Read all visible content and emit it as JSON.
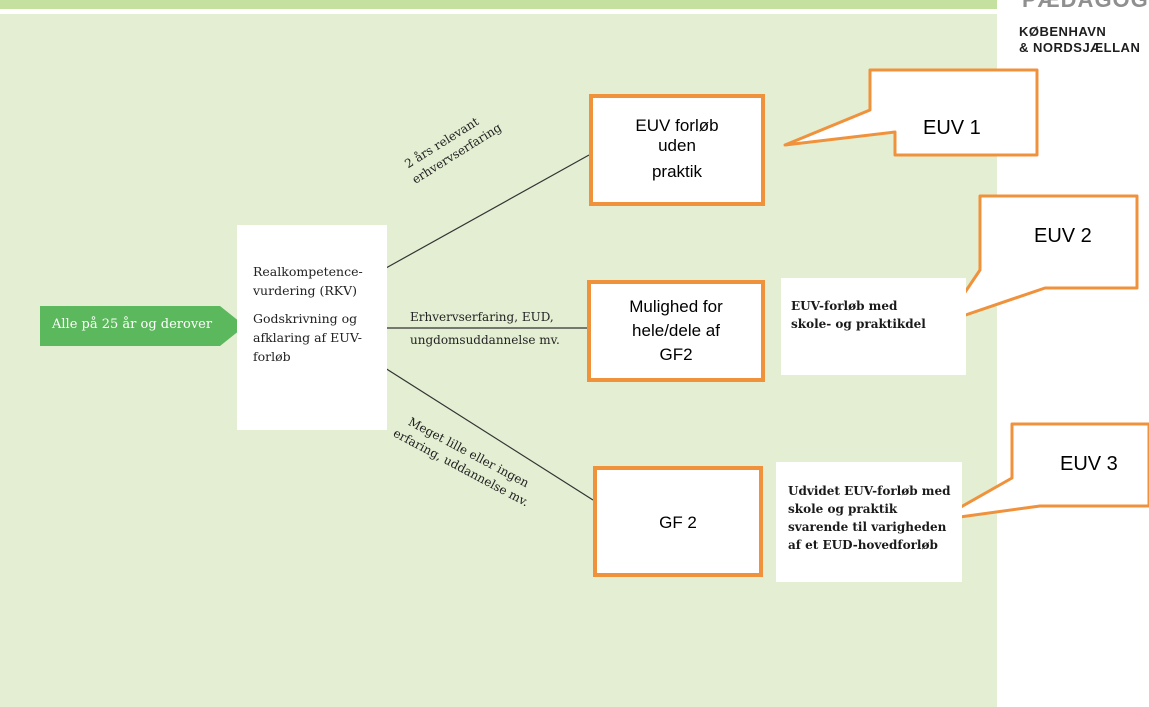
{
  "logo": {
    "line0": "PÆDAGOGI",
    "line1": "KØBENHAVN",
    "line2": "& NORDSJÆLLAN"
  },
  "start": {
    "label": "Alle på 25 år og derover"
  },
  "rkv": {
    "p1": "Realkompetence-vurdering (RKV)",
    "p2": "Godskrivning og afklaring af EUV-forløb"
  },
  "edges": {
    "top": [
      "2 års relevant",
      "erhvervserfaring"
    ],
    "mid": [
      "Erhvervserfaring, EUD,",
      "ungdomsuddannelse mv."
    ],
    "bottom": [
      "Meget lille eller ingen",
      "erfaring, uddannelse mv."
    ]
  },
  "tracks": {
    "euv1": {
      "line1": "EUV forløb\nuden",
      "line2": "praktik"
    },
    "euv2": {
      "text": "Mulighed for\nhele/dele af\nGF2"
    },
    "euv3": {
      "text": "GF 2"
    }
  },
  "descriptions": {
    "euv2": "EUV-forløb med skole- og praktikdel",
    "euv3": "Udvidet EUV-forløb med skole og praktik svarende til varigheden af et EUD-hovedforløb"
  },
  "callouts": {
    "c1": "EUV 1",
    "c2": "EUV 2",
    "c3": "EUV 3"
  },
  "colors": {
    "panel": "#e3eed2",
    "top_band": "#c4e1a0",
    "start_arrow": "#5cb85c",
    "accent_border": "#f0913c"
  }
}
